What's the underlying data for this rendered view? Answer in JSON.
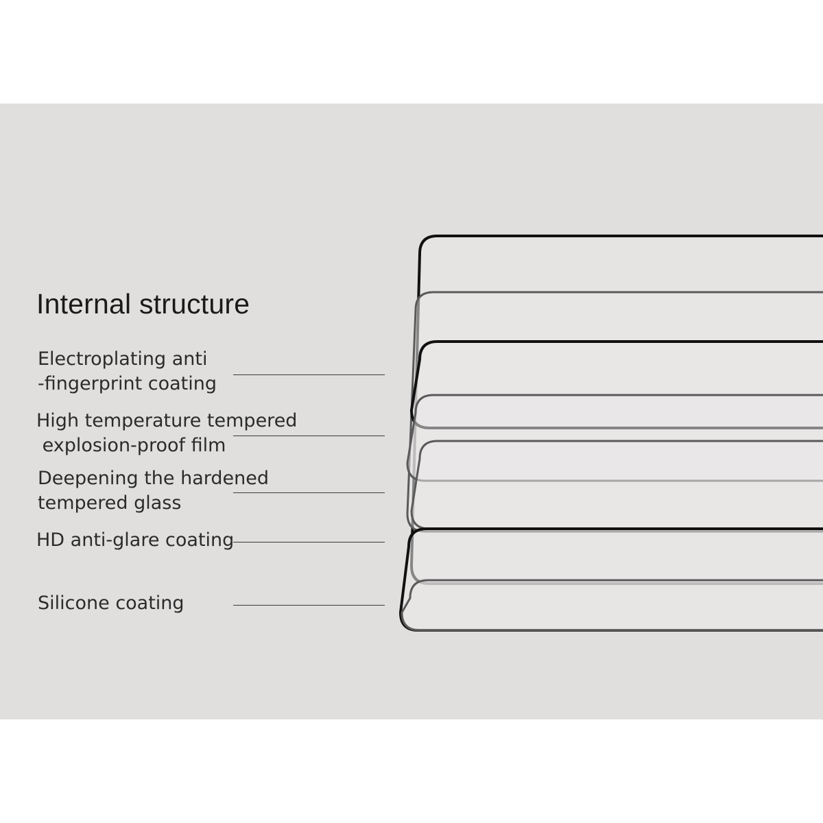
{
  "title": "Internal structure",
  "layers": [
    {
      "line1": "Electroplating anti",
      "line2": "-fingerprint coating"
    },
    {
      "line1": "High temperature tempered",
      "line2": " explosion-proof film"
    },
    {
      "line1": "Deepening the hardened",
      "line2": "tempered glass"
    },
    {
      "line1": "HD anti-glare coating",
      "line2": ""
    },
    {
      "line1": "Silicone coating",
      "line2": ""
    }
  ],
  "colors": {
    "background": "#e0dfde",
    "sheet_fill": "#e9e8e7",
    "border_dark": "#111111",
    "border_mid": "#5a5a5a",
    "text": "#2b2b2b"
  }
}
